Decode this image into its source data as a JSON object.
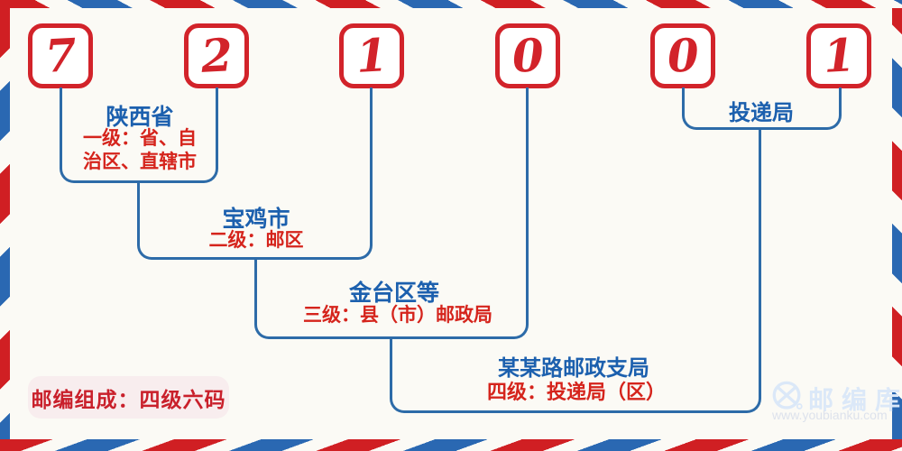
{
  "postal_code": {
    "digits": [
      "7",
      "2",
      "1",
      "0",
      "0",
      "1"
    ]
  },
  "levels": [
    {
      "name": "陕西省",
      "desc_lines": [
        "一级：省、自",
        "治区、直辖市"
      ]
    },
    {
      "name": "宝鸡市",
      "desc_lines": [
        "二级：邮区"
      ]
    },
    {
      "name": "金台区等",
      "desc_lines": [
        "三级：县（市）邮政局"
      ]
    },
    {
      "name": "某某路邮政支局",
      "desc_lines": [
        "四级：投递局（区）"
      ]
    }
  ],
  "delivery": {
    "label": "投递局"
  },
  "badge": {
    "text": "邮编组成：四级六码"
  },
  "watermark": {
    "brand": "邮编库",
    "url": "www.youbianku.com",
    "icon": "envelope-circle-icon"
  },
  "colors": {
    "background": "#fbfaf5",
    "stripe_red": "#d01f23",
    "stripe_blue": "#2a68b2",
    "box_red": "#d2232a",
    "line_blue": "#2d6ba8",
    "label_blue": "#1c60ae",
    "label_red": "#d5241c",
    "badge_bg": "#f8edee",
    "badge_red": "#c9202b",
    "watermark_blue": "#dbe8f8"
  }
}
